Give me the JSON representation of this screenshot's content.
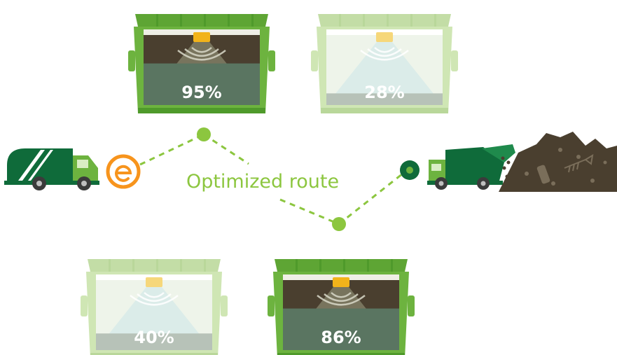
{
  "route": {
    "label": "Optimized route"
  },
  "bins": [
    {
      "id": "bin-top-left",
      "fill_label": "95%",
      "fill": 0.95,
      "state": "full"
    },
    {
      "id": "bin-top-right",
      "fill_label": "28%",
      "fill": 0.28,
      "state": "low"
    },
    {
      "id": "bin-bottom-left",
      "fill_label": "40%",
      "fill": 0.4,
      "state": "low"
    },
    {
      "id": "bin-bottom-right",
      "fill_label": "86%",
      "fill": 0.86,
      "state": "full"
    }
  ],
  "icons": {
    "truck_left": "garbage-truck-icon",
    "start_marker": "e-logo-icon",
    "truck_right": "garbage-truck-unloading-icon",
    "landfill": "landfill-icon"
  },
  "colors": {
    "dark_green": "#0f6b3a",
    "bin_green": "#6db33f",
    "light_bin_green": "#cfe6b4",
    "route_green": "#8cc63f",
    "orange": "#f7941d",
    "dark_brown": "#4a3f2f",
    "sensor_yellow": "#f2b31a"
  }
}
